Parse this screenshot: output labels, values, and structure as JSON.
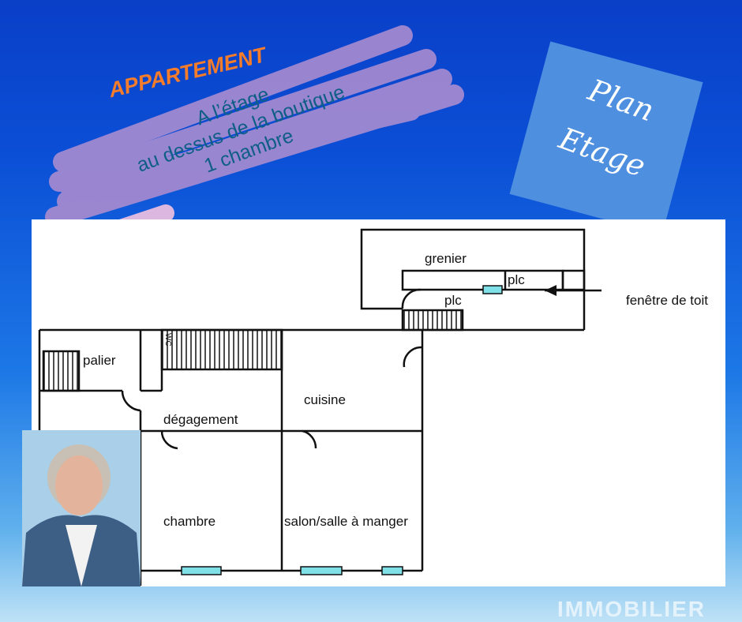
{
  "banner": {
    "title": "APPARTEMENT",
    "lines": [
      "A l’étage",
      "au dessus de la boutique",
      "1 chambre"
    ]
  },
  "badge": {
    "line1": "Plan",
    "line2": "Etage"
  },
  "plan": {
    "rooms": {
      "grenier": "grenier",
      "plc_top": "plc",
      "plc": "plc",
      "window_note": "fenêtre de toit",
      "palier": "palier",
      "wc": "WC",
      "degagement": "dégagement",
      "cuisine": "cuisine",
      "chambre": "chambre",
      "salon": "salon/salle à manger"
    }
  },
  "brand": "IMMOBILIER",
  "colors": {
    "accent": "#f47c2a",
    "window": "#7fe0e8",
    "badge": "#4e8fe0"
  }
}
